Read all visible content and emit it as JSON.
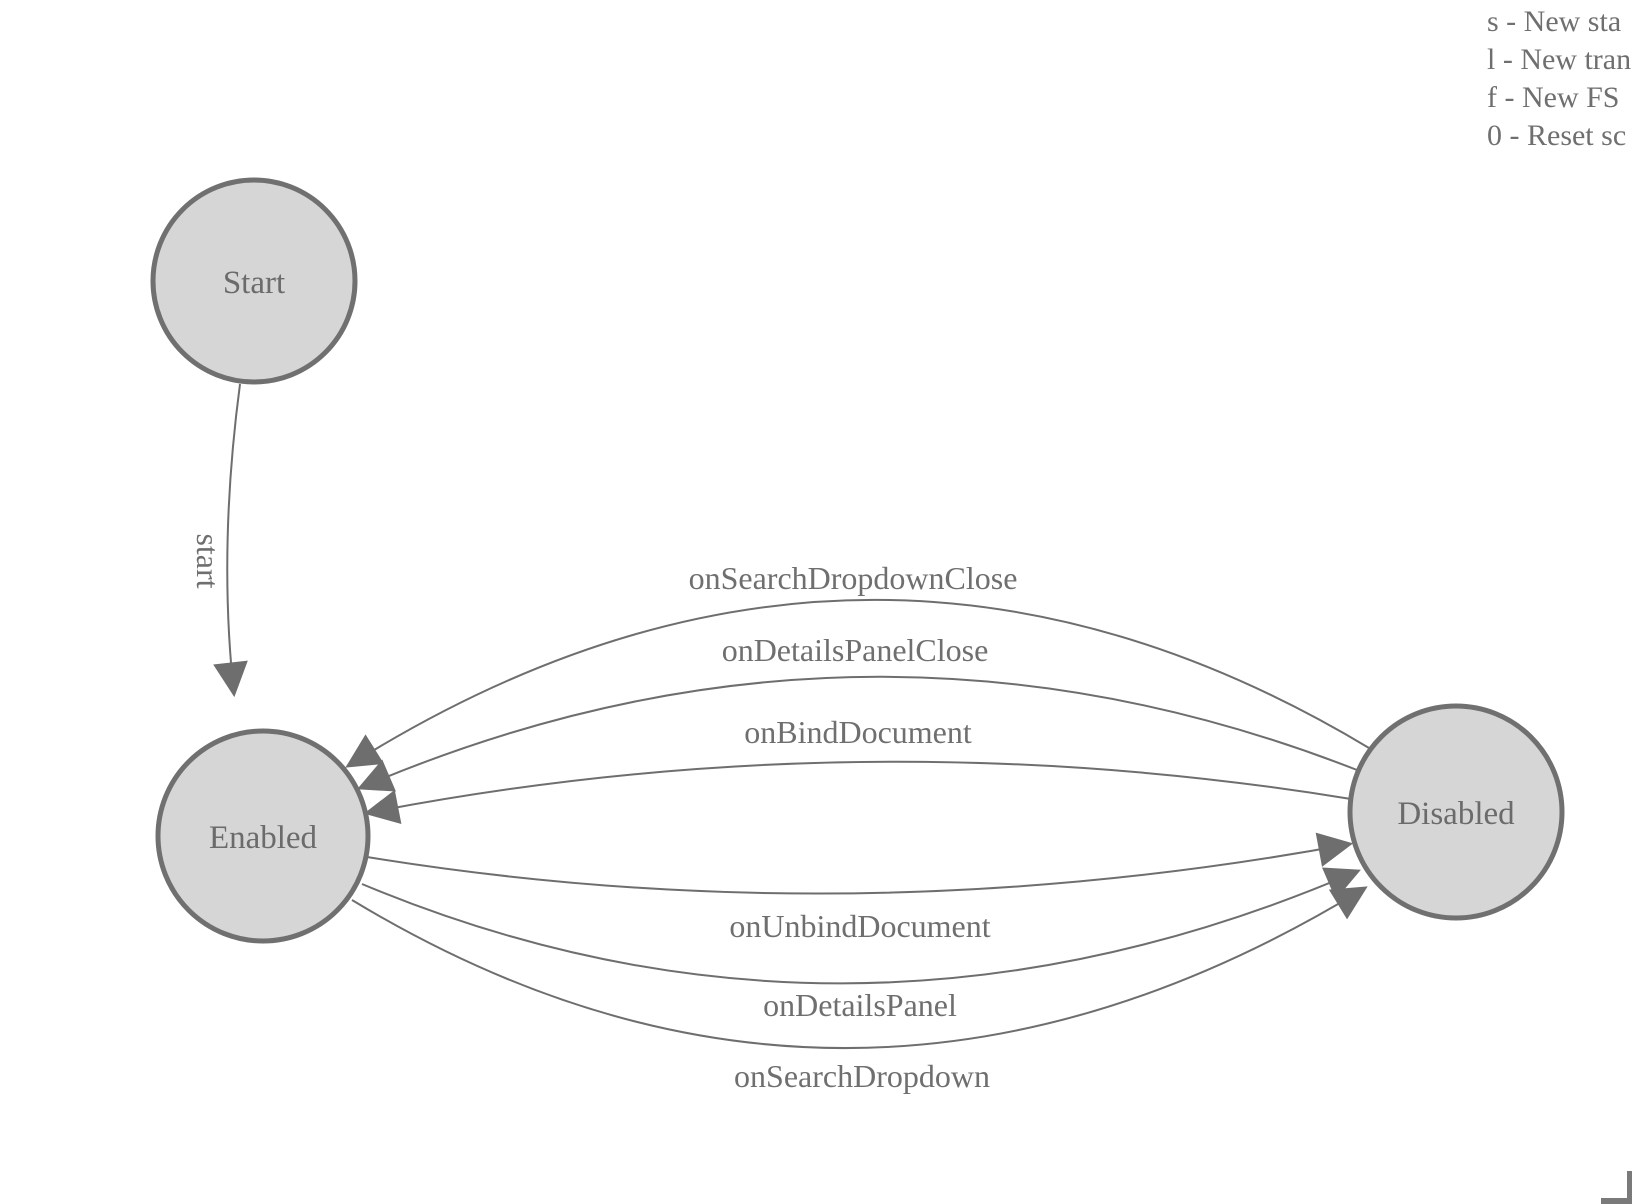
{
  "legend": {
    "items": [
      "s - New sta",
      "l - New tran",
      "f - New FS",
      "0 - Reset sc"
    ]
  },
  "nodes": {
    "start": {
      "label": "Start"
    },
    "enabled": {
      "label": "Enabled"
    },
    "disabled": {
      "label": "Disabled"
    }
  },
  "edges": {
    "start": {
      "label": "start",
      "from": "Start",
      "to": "Enabled"
    },
    "onSearchDropdownClose": {
      "label": "onSearchDropdownClose",
      "from": "Disabled",
      "to": "Enabled"
    },
    "onDetailsPanelClose": {
      "label": "onDetailsPanelClose",
      "from": "Disabled",
      "to": "Enabled"
    },
    "onBindDocument": {
      "label": "onBindDocument",
      "from": "Disabled",
      "to": "Enabled"
    },
    "onUnbindDocument": {
      "label": "onUnbindDocument",
      "from": "Enabled",
      "to": "Disabled"
    },
    "onDetailsPanel": {
      "label": "onDetailsPanel",
      "from": "Enabled",
      "to": "Disabled"
    },
    "onSearchDropdown": {
      "label": "onSearchDropdown",
      "from": "Enabled",
      "to": "Disabled"
    }
  },
  "colors": {
    "background": "#ffffff",
    "node_fill": "#d6d6d6",
    "node_stroke": "#707070",
    "edge_stroke": "#6e6e6e",
    "label_text": "#6b6b6b",
    "legend_text": "#6f6f6f",
    "corner_mark": "#7a7a7a"
  }
}
